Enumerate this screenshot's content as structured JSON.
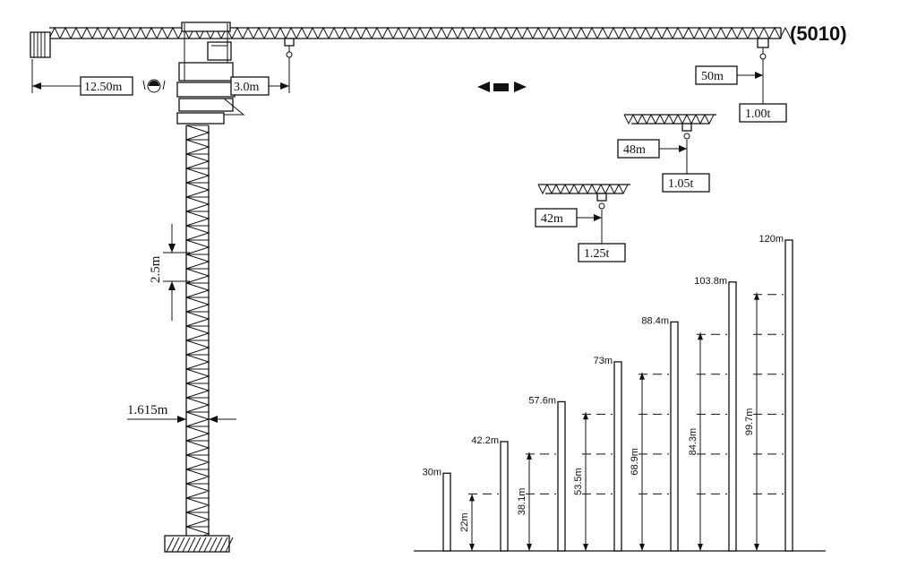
{
  "model": "(5010)",
  "crane": {
    "counter_jib_length": "12.50m",
    "jib_offset": "3.0m",
    "mast_section_height": "2.5m",
    "mast_width": "1.615m"
  },
  "load_chart": [
    {
      "radius": "50m",
      "load": "1.00t"
    },
    {
      "radius": "48m",
      "load": "1.05t"
    },
    {
      "radius": "42m",
      "load": "1.25t"
    }
  ],
  "chart_data": {
    "type": "bar",
    "categories": [
      "30m",
      "42.2m",
      "57.6m",
      "73m",
      "88.4m",
      "103.8m",
      "120m"
    ],
    "series": [
      {
        "name": "",
        "values": [
          30,
          42.2,
          57.6,
          73,
          88.4,
          103.8,
          120
        ]
      },
      {
        "name": "",
        "values": [
          null,
          22,
          38.1,
          53.5,
          68.9,
          84.3,
          99.7
        ]
      }
    ],
    "max_labels": [
      "30m",
      "42.2m",
      "57.6m",
      "73m",
      "88.4m",
      "103.8m",
      "120m"
    ],
    "free_height_labels": [
      "",
      "22m",
      "38.1m",
      "53.5m",
      "68.9m",
      "84.3m",
      "99.7m"
    ],
    "ylim": [
      0,
      120
    ]
  }
}
